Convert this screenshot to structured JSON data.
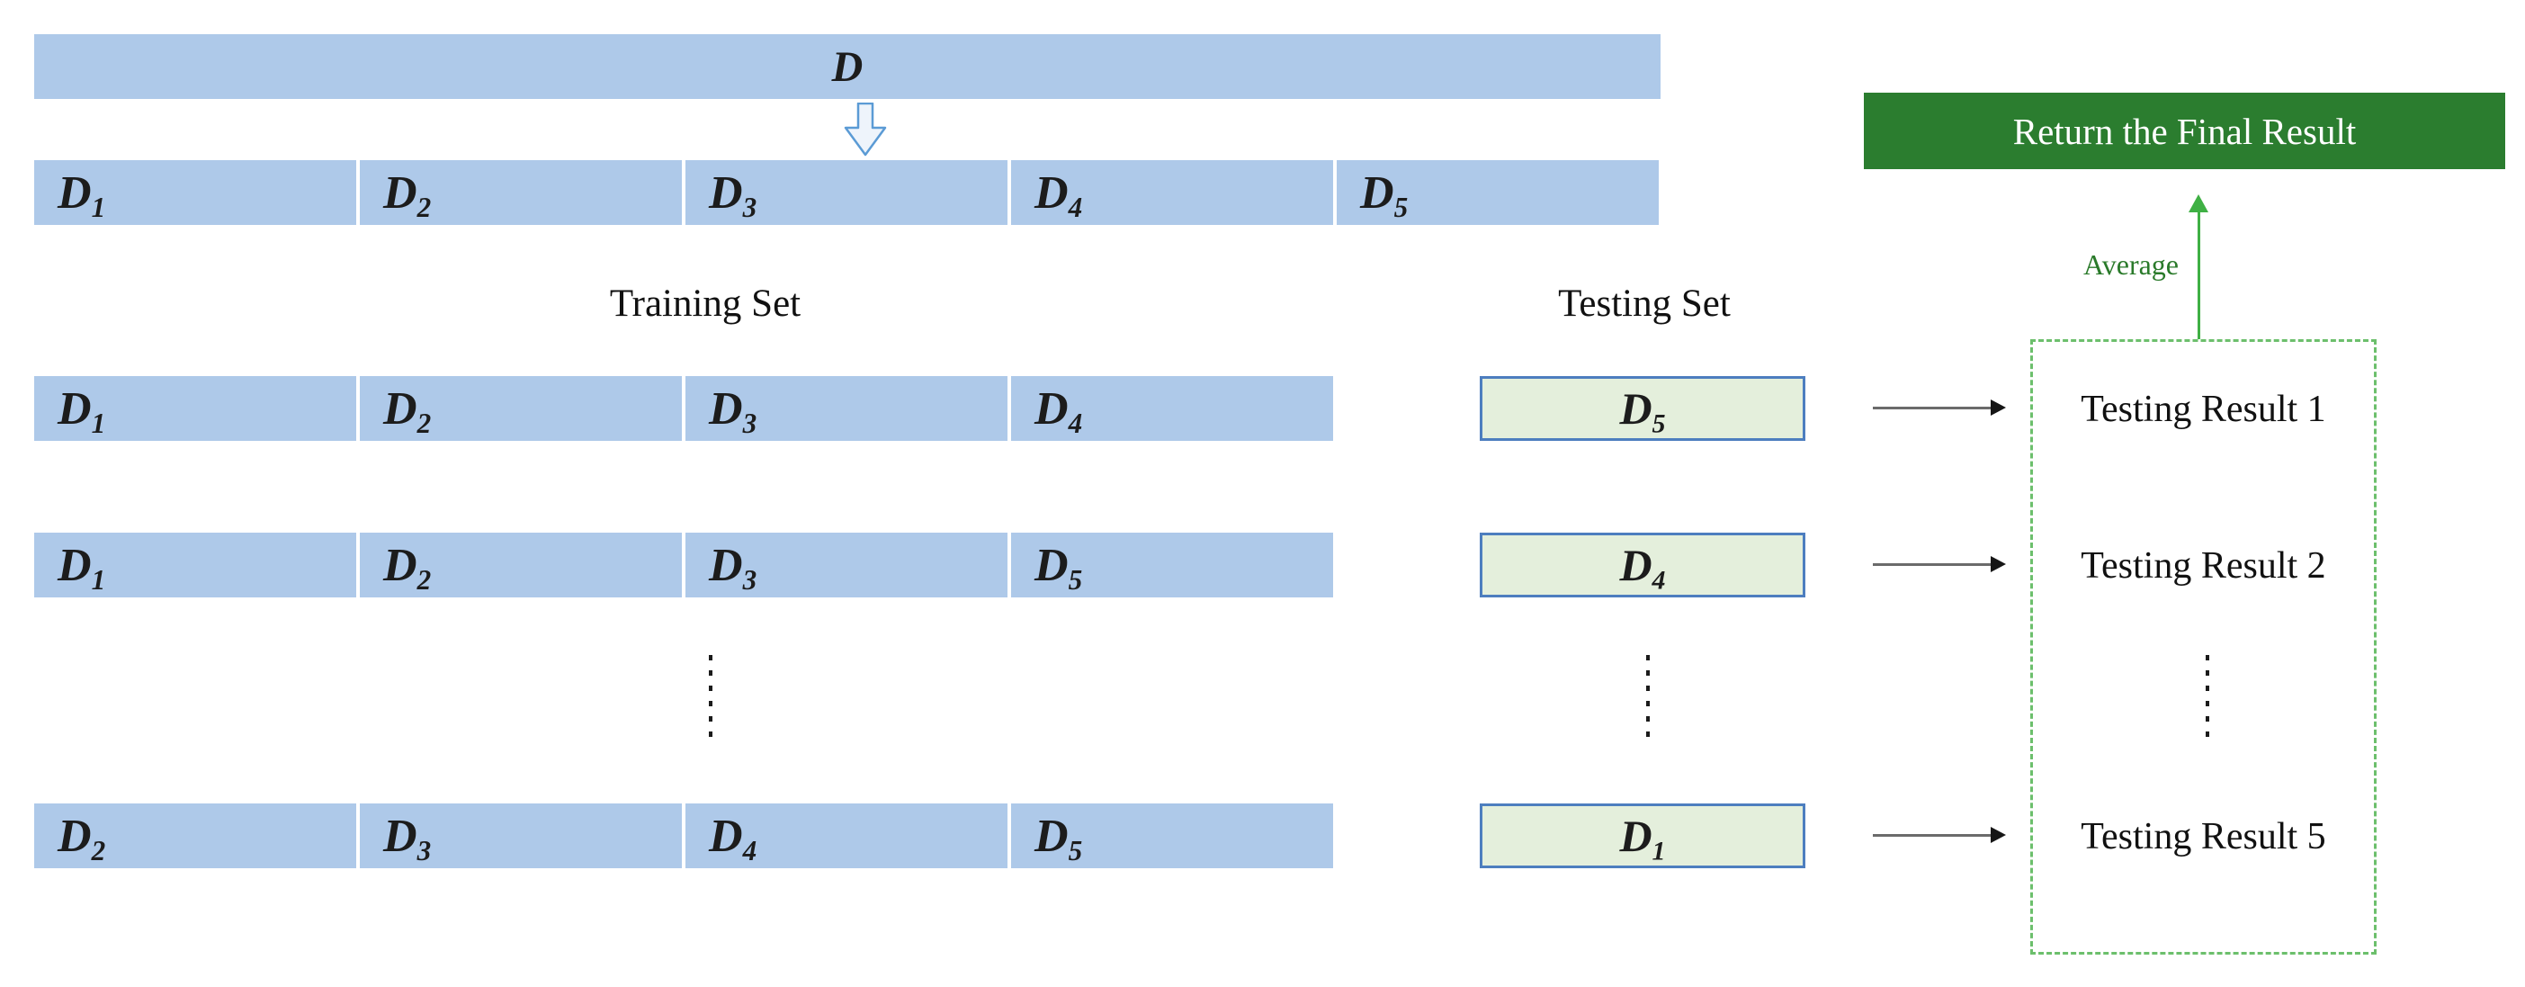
{
  "diagram": {
    "dataset_bar": {
      "label": "D"
    },
    "split_row": {
      "cells": [
        {
          "base": "D",
          "sub": "1"
        },
        {
          "base": "D",
          "sub": "2"
        },
        {
          "base": "D",
          "sub": "3"
        },
        {
          "base": "D",
          "sub": "4"
        },
        {
          "base": "D",
          "sub": "5"
        }
      ]
    },
    "training": {
      "header": "Training Set",
      "rows": [
        {
          "cells": [
            {
              "base": "D",
              "sub": "1"
            },
            {
              "base": "D",
              "sub": "2"
            },
            {
              "base": "D",
              "sub": "3"
            },
            {
              "base": "D",
              "sub": "4"
            }
          ]
        },
        {
          "cells": [
            {
              "base": "D",
              "sub": "1"
            },
            {
              "base": "D",
              "sub": "2"
            },
            {
              "base": "D",
              "sub": "3"
            },
            {
              "base": "D",
              "sub": "5"
            }
          ]
        },
        {
          "cells": [
            {
              "base": "D",
              "sub": "2"
            },
            {
              "base": "D",
              "sub": "3"
            },
            {
              "base": "D",
              "sub": "4"
            },
            {
              "base": "D",
              "sub": "5"
            }
          ]
        }
      ]
    },
    "testing": {
      "header": "Testing Set",
      "boxes": [
        {
          "base": "D",
          "sub": "5"
        },
        {
          "base": "D",
          "sub": "4"
        },
        {
          "base": "D",
          "sub": "1"
        }
      ]
    },
    "results": {
      "items": [
        "Testing Result 1",
        "Testing Result 2",
        "Testing Result 5"
      ]
    },
    "average_label": "Average",
    "final_result_label": "Return the Final Result",
    "colors": {
      "segment_blue": "#aec9e9",
      "test_box_fill": "#e4efdc",
      "test_box_border": "#4d7ebf",
      "final_box_green": "#2b7d2f",
      "dashed_border_green": "#6cbf6c",
      "arrow_green": "#3fb044",
      "average_text_green": "#2a7a2a",
      "split_arrow_outline": "#5b9bd5",
      "black_arrow": "#161616"
    }
  }
}
